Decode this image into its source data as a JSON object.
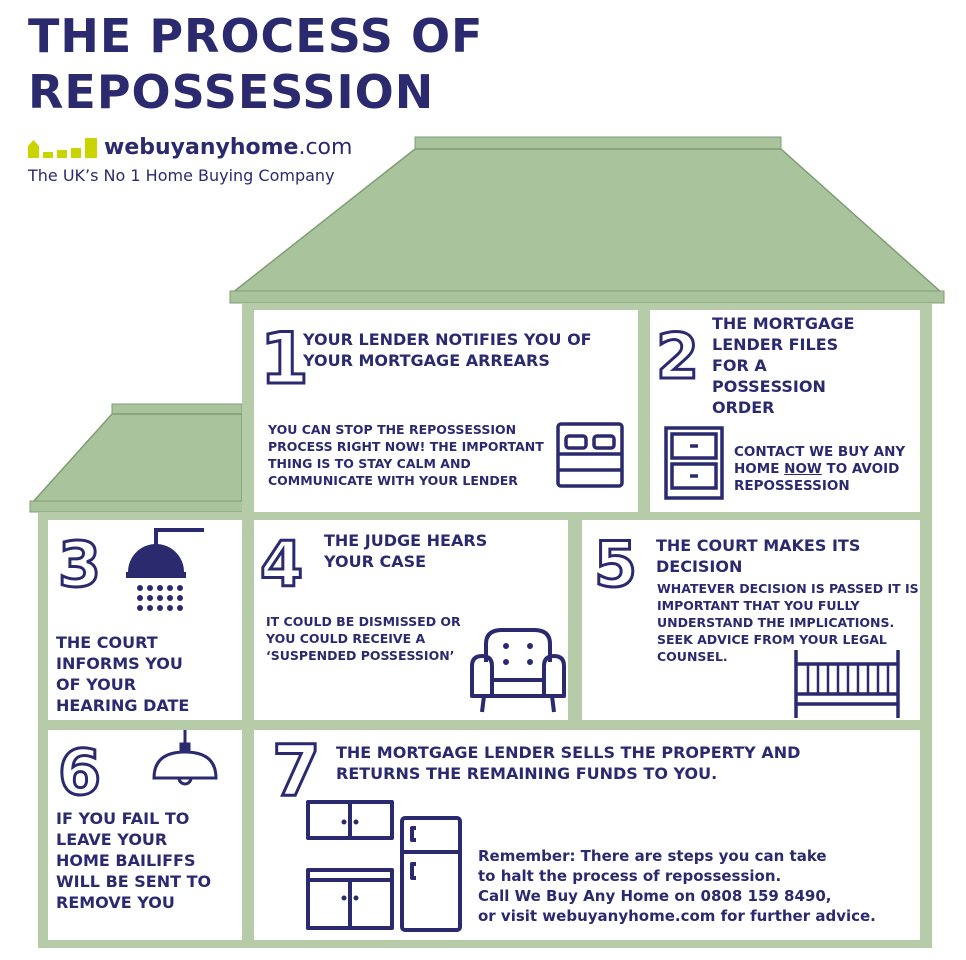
{
  "title": [
    "THE PROCESS OF",
    "REPOSSESSION"
  ],
  "brand": {
    "name_bold": "webuyanyhome",
    "name_suffix": ".com",
    "tagline": "The UK’s No 1 Home Buying Company"
  },
  "colors": {
    "navy": "#2b2a6e",
    "roof_green": "#a9c49d",
    "wall_green": "#b6cca8",
    "logo_yellow": "#c9d400"
  },
  "steps": [
    {
      "number": "1",
      "heading": "YOUR LENDER NOTIFIES YOU OF YOUR MORTGAGE ARREARS",
      "body": "YOU CAN STOP THE REPOSSESSION PROCESS RIGHT NOW! THE IMPORTANT THING IS TO STAY CALM AND COMMUNICATE WITH YOUR LENDER",
      "icon": "bed-icon"
    },
    {
      "number": "2",
      "heading": "THE MORTGAGE LENDER FILES FOR A POSSESSION ORDER",
      "body_pre": "CONTACT WE BUY ANY HOME ",
      "body_now": "NOW",
      "body_post": " TO AVOID REPOSSESSION",
      "icon": "drawers-icon"
    },
    {
      "number": "3",
      "heading": "THE COURT INFORMS YOU OF YOUR HEARING DATE",
      "icon": "shower-icon"
    },
    {
      "number": "4",
      "heading": "THE JUDGE HEARS YOUR CASE",
      "body": "IT COULD BE DISMISSED OR YOU COULD RECEIVE A ‘SUSPENDED POSSESSION’",
      "icon": "armchair-icon"
    },
    {
      "number": "5",
      "heading": "THE COURT MAKES ITS DECISION",
      "body": "WHATEVER DECISION IS PASSED IT IS IMPORTANT THAT YOU FULLY UNDERSTAND THE IMPLICATIONS. SEEK ADVICE FROM YOUR LEGAL COUNSEL.",
      "icon": "cot-icon"
    },
    {
      "number": "6",
      "heading": "IF YOU FAIL TO LEAVE YOUR HOME BAILIFFS WILL BE SENT TO REMOVE YOU",
      "icon": "pendant-lamp-icon"
    },
    {
      "number": "7",
      "heading": "THE MORTGAGE LENDER SELLS THE PROPERTY AND RETURNS THE REMAINING FUNDS TO YOU.",
      "icon": "kitchen-icon"
    }
  ],
  "remember": [
    "Remember: There are steps you can take",
    "to halt the process of repossession.",
    "Call We Buy Any Home on 0808 159 8490,",
    "or visit webuyanyhome.com for further advice."
  ]
}
